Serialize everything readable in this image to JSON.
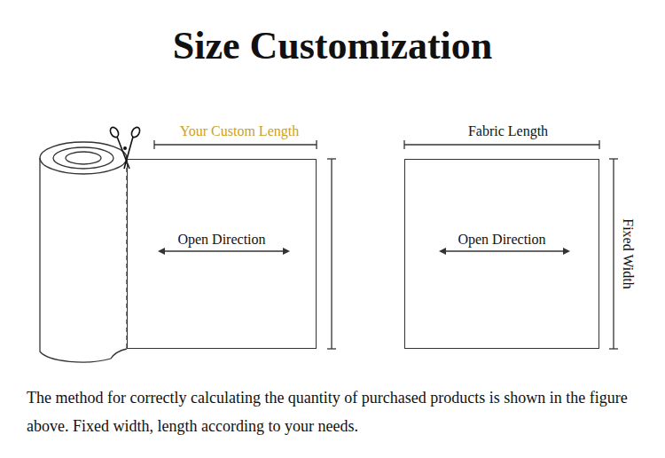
{
  "diagram": {
    "title": "Size Customization",
    "caption": "The method for correctly calculating the quantity of purchased products is shown in the figure above. Fixed width, length according to your needs.",
    "nodes": [
      {
        "text": [
          "Open Direction"
        ]
      },
      {
        "text": [
          "Open Direction"
        ]
      }
    ],
    "labels": [
      "Your Custom Length",
      "Fabric Length",
      "Fixed Width"
    ]
  }
}
